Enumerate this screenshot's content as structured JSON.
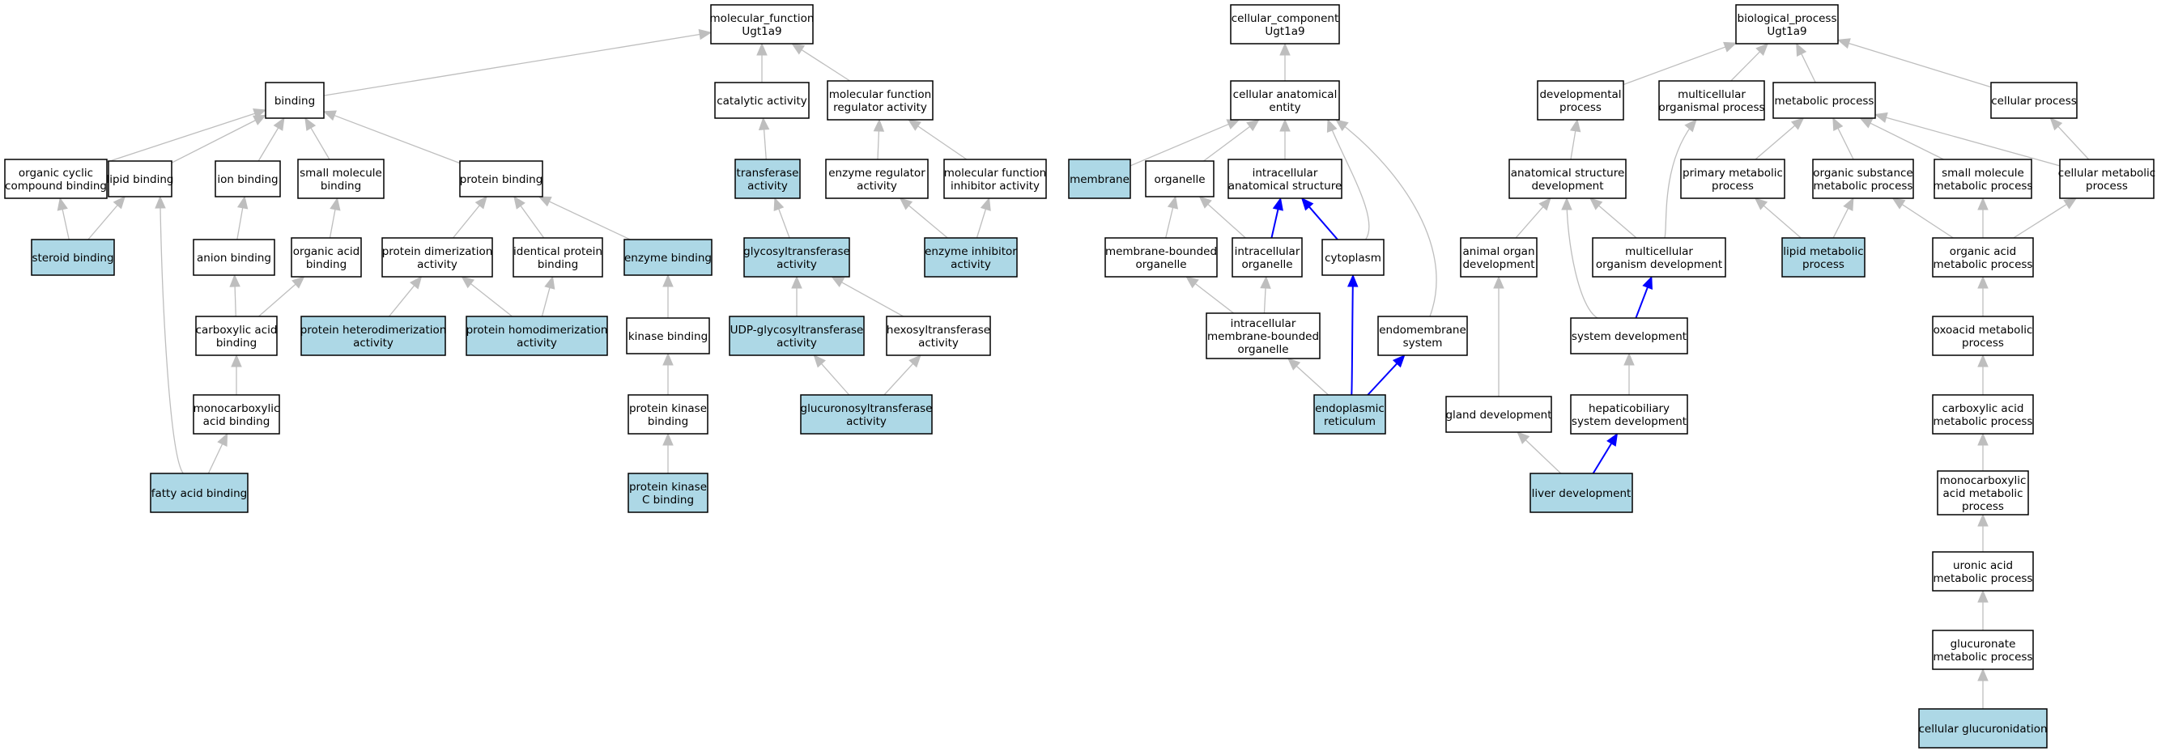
{
  "colors": {
    "highlight_fill": "#add8e6",
    "plain_fill": "#ffffff",
    "gray_edge": "#bebebe",
    "blue_edge": "#0000ff"
  },
  "nodes": {
    "mf_root": {
      "lines": [
        "molecular_function",
        "Ugt1a9"
      ],
      "hl": false
    },
    "cc_root": {
      "lines": [
        "cellular_component",
        "Ugt1a9"
      ],
      "hl": false
    },
    "bp_root": {
      "lines": [
        "biological_process",
        "Ugt1a9"
      ],
      "hl": false
    },
    "binding": {
      "lines": [
        "binding"
      ],
      "hl": false
    },
    "catalytic": {
      "lines": [
        "catalytic activity"
      ],
      "hl": false
    },
    "mf_regulator": {
      "lines": [
        "molecular function",
        "regulator activity"
      ],
      "hl": false
    },
    "organic_cyclic": {
      "lines": [
        "organic cyclic",
        "compound binding"
      ],
      "hl": false
    },
    "lipid_binding": {
      "lines": [
        "lipid binding"
      ],
      "hl": false
    },
    "ion_binding": {
      "lines": [
        "ion binding"
      ],
      "hl": false
    },
    "small_mol_binding": {
      "lines": [
        "small molecule",
        "binding"
      ],
      "hl": false
    },
    "protein_binding": {
      "lines": [
        "protein binding"
      ],
      "hl": false
    },
    "transferase": {
      "lines": [
        "transferase",
        "activity"
      ],
      "hl": true
    },
    "enzyme_regulator": {
      "lines": [
        "enzyme regulator",
        "activity"
      ],
      "hl": false
    },
    "mf_inhibitor": {
      "lines": [
        "molecular function",
        "inhibitor activity"
      ],
      "hl": false
    },
    "steroid_binding": {
      "lines": [
        "steroid binding"
      ],
      "hl": true
    },
    "anion_binding": {
      "lines": [
        "anion binding"
      ],
      "hl": false
    },
    "organic_acid_binding": {
      "lines": [
        "organic acid",
        "binding"
      ],
      "hl": false
    },
    "protein_dimerization": {
      "lines": [
        "protein dimerization",
        "activity"
      ],
      "hl": false
    },
    "identical_protein": {
      "lines": [
        "identical protein",
        "binding"
      ],
      "hl": false
    },
    "enzyme_binding": {
      "lines": [
        "enzyme binding"
      ],
      "hl": true
    },
    "glycosyltransferase": {
      "lines": [
        "glycosyltransferase",
        "activity"
      ],
      "hl": true
    },
    "enzyme_inhibitor": {
      "lines": [
        "enzyme inhibitor",
        "activity"
      ],
      "hl": true
    },
    "carboxylic_binding": {
      "lines": [
        "carboxylic acid",
        "binding"
      ],
      "hl": false
    },
    "protein_hetero": {
      "lines": [
        "protein heterodimerization",
        "activity"
      ],
      "hl": true
    },
    "protein_homo": {
      "lines": [
        "protein homodimerization",
        "activity"
      ],
      "hl": true
    },
    "kinase_binding": {
      "lines": [
        "kinase binding"
      ],
      "hl": false
    },
    "udp_glyco": {
      "lines": [
        "UDP-glycosyltransferase",
        "activity"
      ],
      "hl": true
    },
    "hexosyl": {
      "lines": [
        "hexosyltransferase",
        "activity"
      ],
      "hl": false
    },
    "monocarboxylic_binding": {
      "lines": [
        "monocarboxylic",
        "acid binding"
      ],
      "hl": false
    },
    "protein_kinase_binding": {
      "lines": [
        "protein kinase",
        "binding"
      ],
      "hl": false
    },
    "glucuronosyl": {
      "lines": [
        "glucuronosyltransferase",
        "activity"
      ],
      "hl": true
    },
    "fatty_acid_binding": {
      "lines": [
        "fatty acid binding"
      ],
      "hl": true
    },
    "pkc_binding": {
      "lines": [
        "protein kinase",
        "C binding"
      ],
      "hl": true
    },
    "cell_anat": {
      "lines": [
        "cellular anatomical",
        "entity"
      ],
      "hl": false
    },
    "membrane": {
      "lines": [
        "membrane"
      ],
      "hl": true
    },
    "organelle": {
      "lines": [
        "organelle"
      ],
      "hl": false
    },
    "intra_anat": {
      "lines": [
        "intracellular",
        "anatomical structure"
      ],
      "hl": false
    },
    "mem_bounded": {
      "lines": [
        "membrane-bounded",
        "organelle"
      ],
      "hl": false
    },
    "intra_organelle": {
      "lines": [
        "intracellular",
        "organelle"
      ],
      "hl": false
    },
    "cytoplasm": {
      "lines": [
        "cytoplasm"
      ],
      "hl": false
    },
    "intra_mem_bounded": {
      "lines": [
        "intracellular",
        "membrane-bounded",
        "organelle"
      ],
      "hl": false
    },
    "endomembrane": {
      "lines": [
        "endomembrane",
        "system"
      ],
      "hl": false
    },
    "er": {
      "lines": [
        "endoplasmic",
        "reticulum"
      ],
      "hl": true
    },
    "dev_process": {
      "lines": [
        "developmental",
        "process"
      ],
      "hl": false
    },
    "multi_org_process": {
      "lines": [
        "multicellular",
        "organismal process"
      ],
      "hl": false
    },
    "metabolic": {
      "lines": [
        "metabolic process"
      ],
      "hl": false
    },
    "cellular_process": {
      "lines": [
        "cellular process"
      ],
      "hl": false
    },
    "anat_dev": {
      "lines": [
        "anatomical structure",
        "development"
      ],
      "hl": false
    },
    "primary_met": {
      "lines": [
        "primary metabolic",
        "process"
      ],
      "hl": false
    },
    "org_subst_met": {
      "lines": [
        "organic substance",
        "metabolic process"
      ],
      "hl": false
    },
    "small_mol_met": {
      "lines": [
        "small molecule",
        "metabolic process"
      ],
      "hl": false
    },
    "cell_met": {
      "lines": [
        "cellular metabolic",
        "process"
      ],
      "hl": false
    },
    "animal_organ_dev": {
      "lines": [
        "animal organ",
        "development"
      ],
      "hl": false
    },
    "multi_org_dev": {
      "lines": [
        "multicellular",
        "organism development"
      ],
      "hl": false
    },
    "lipid_met": {
      "lines": [
        "lipid metabolic",
        "process"
      ],
      "hl": true
    },
    "organic_acid_met": {
      "lines": [
        "organic acid",
        "metabolic process"
      ],
      "hl": false
    },
    "system_dev": {
      "lines": [
        "system development"
      ],
      "hl": false
    },
    "oxoacid_met": {
      "lines": [
        "oxoacid metabolic",
        "process"
      ],
      "hl": false
    },
    "gland_dev": {
      "lines": [
        "gland development"
      ],
      "hl": false
    },
    "hepatobiliary": {
      "lines": [
        "hepaticobiliary",
        "system development"
      ],
      "hl": false
    },
    "carboxylic_met": {
      "lines": [
        "carboxylic acid",
        "metabolic process"
      ],
      "hl": false
    },
    "liver_dev": {
      "lines": [
        "liver development"
      ],
      "hl": true
    },
    "monocarboxylic_met": {
      "lines": [
        "monocarboxylic",
        "acid metabolic",
        "process"
      ],
      "hl": false
    },
    "uronic_met": {
      "lines": [
        "uronic acid",
        "metabolic process"
      ],
      "hl": false
    },
    "glucuronate_met": {
      "lines": [
        "glucuronate",
        "metabolic process"
      ],
      "hl": false
    },
    "cell_glucuronidation": {
      "lines": [
        "cellular glucuronidation"
      ],
      "hl": true
    }
  },
  "edges": [
    {
      "from": "binding",
      "to": "mf_root",
      "color": "gray"
    },
    {
      "from": "catalytic",
      "to": "mf_root",
      "color": "gray"
    },
    {
      "from": "mf_regulator",
      "to": "mf_root",
      "color": "gray"
    },
    {
      "from": "organic_cyclic",
      "to": "binding",
      "color": "gray"
    },
    {
      "from": "lipid_binding",
      "to": "binding",
      "color": "gray"
    },
    {
      "from": "ion_binding",
      "to": "binding",
      "color": "gray"
    },
    {
      "from": "small_mol_binding",
      "to": "binding",
      "color": "gray"
    },
    {
      "from": "protein_binding",
      "to": "binding",
      "color": "gray"
    },
    {
      "from": "transferase",
      "to": "catalytic",
      "color": "gray"
    },
    {
      "from": "enzyme_regulator",
      "to": "mf_regulator",
      "color": "gray"
    },
    {
      "from": "mf_inhibitor",
      "to": "mf_regulator",
      "color": "gray"
    },
    {
      "from": "steroid_binding",
      "to": "organic_cyclic",
      "color": "gray"
    },
    {
      "from": "steroid_binding",
      "to": "lipid_binding",
      "color": "gray"
    },
    {
      "from": "anion_binding",
      "to": "ion_binding",
      "color": "gray"
    },
    {
      "from": "organic_acid_binding",
      "to": "small_mol_binding",
      "color": "gray"
    },
    {
      "from": "protein_dimerization",
      "to": "protein_binding",
      "color": "gray"
    },
    {
      "from": "identical_protein",
      "to": "protein_binding",
      "color": "gray"
    },
    {
      "from": "enzyme_binding",
      "to": "protein_binding",
      "color": "gray"
    },
    {
      "from": "glycosyltransferase",
      "to": "transferase",
      "color": "gray"
    },
    {
      "from": "enzyme_inhibitor",
      "to": "enzyme_regulator",
      "color": "gray"
    },
    {
      "from": "enzyme_inhibitor",
      "to": "mf_inhibitor",
      "color": "gray"
    },
    {
      "from": "carboxylic_binding",
      "to": "anion_binding",
      "color": "gray"
    },
    {
      "from": "carboxylic_binding",
      "to": "organic_acid_binding",
      "color": "gray"
    },
    {
      "from": "protein_hetero",
      "to": "protein_dimerization",
      "color": "gray"
    },
    {
      "from": "protein_homo",
      "to": "protein_dimerization",
      "color": "gray"
    },
    {
      "from": "protein_homo",
      "to": "identical_protein",
      "color": "gray"
    },
    {
      "from": "kinase_binding",
      "to": "enzyme_binding",
      "color": "gray"
    },
    {
      "from": "udp_glyco",
      "to": "glycosyltransferase",
      "color": "gray"
    },
    {
      "from": "hexosyl",
      "to": "glycosyltransferase",
      "color": "gray"
    },
    {
      "from": "monocarboxylic_binding",
      "to": "carboxylic_binding",
      "color": "gray"
    },
    {
      "from": "protein_kinase_binding",
      "to": "kinase_binding",
      "color": "gray"
    },
    {
      "from": "glucuronosyl",
      "to": "udp_glyco",
      "color": "gray"
    },
    {
      "from": "glucuronosyl",
      "to": "hexosyl",
      "color": "gray"
    },
    {
      "from": "fatty_acid_binding",
      "to": "monocarboxylic_binding",
      "color": "gray"
    },
    {
      "from": "fatty_acid_binding",
      "to": "lipid_binding",
      "color": "gray"
    },
    {
      "from": "pkc_binding",
      "to": "protein_kinase_binding",
      "color": "gray"
    },
    {
      "from": "cell_anat",
      "to": "cc_root",
      "color": "gray"
    },
    {
      "from": "membrane",
      "to": "cell_anat",
      "color": "gray"
    },
    {
      "from": "organelle",
      "to": "cell_anat",
      "color": "gray"
    },
    {
      "from": "intra_anat",
      "to": "cell_anat",
      "color": "gray"
    },
    {
      "from": "cytoplasm",
      "to": "cell_anat",
      "color": "gray"
    },
    {
      "from": "endomembrane",
      "to": "cell_anat",
      "color": "gray"
    },
    {
      "from": "mem_bounded",
      "to": "organelle",
      "color": "gray"
    },
    {
      "from": "intra_organelle",
      "to": "organelle",
      "color": "gray"
    },
    {
      "from": "intra_organelle",
      "to": "intra_anat",
      "color": "blue"
    },
    {
      "from": "cytoplasm",
      "to": "intra_anat",
      "color": "blue"
    },
    {
      "from": "intra_mem_bounded",
      "to": "mem_bounded",
      "color": "gray"
    },
    {
      "from": "intra_mem_bounded",
      "to": "intra_organelle",
      "color": "gray"
    },
    {
      "from": "er",
      "to": "intra_mem_bounded",
      "color": "gray"
    },
    {
      "from": "er",
      "to": "cytoplasm",
      "color": "blue"
    },
    {
      "from": "er",
      "to": "endomembrane",
      "color": "blue"
    },
    {
      "from": "dev_process",
      "to": "bp_root",
      "color": "gray"
    },
    {
      "from": "multi_org_process",
      "to": "bp_root",
      "color": "gray"
    },
    {
      "from": "metabolic",
      "to": "bp_root",
      "color": "gray"
    },
    {
      "from": "cellular_process",
      "to": "bp_root",
      "color": "gray"
    },
    {
      "from": "anat_dev",
      "to": "dev_process",
      "color": "gray"
    },
    {
      "from": "primary_met",
      "to": "metabolic",
      "color": "gray"
    },
    {
      "from": "org_subst_met",
      "to": "metabolic",
      "color": "gray"
    },
    {
      "from": "small_mol_met",
      "to": "metabolic",
      "color": "gray"
    },
    {
      "from": "cell_met",
      "to": "metabolic",
      "color": "gray"
    },
    {
      "from": "cell_met",
      "to": "cellular_process",
      "color": "gray"
    },
    {
      "from": "animal_organ_dev",
      "to": "anat_dev",
      "color": "gray"
    },
    {
      "from": "multi_org_dev",
      "to": "anat_dev",
      "color": "gray"
    },
    {
      "from": "multi_org_dev",
      "to": "multi_org_process",
      "color": "gray"
    },
    {
      "from": "system_dev",
      "to": "anat_dev",
      "color": "gray"
    },
    {
      "from": "system_dev",
      "to": "multi_org_dev",
      "color": "blue"
    },
    {
      "from": "lipid_met",
      "to": "primary_met",
      "color": "gray"
    },
    {
      "from": "lipid_met",
      "to": "org_subst_met",
      "color": "gray"
    },
    {
      "from": "organic_acid_met",
      "to": "org_subst_met",
      "color": "gray"
    },
    {
      "from": "organic_acid_met",
      "to": "small_mol_met",
      "color": "gray"
    },
    {
      "from": "organic_acid_met",
      "to": "cell_met",
      "color": "gray"
    },
    {
      "from": "oxoacid_met",
      "to": "organic_acid_met",
      "color": "gray"
    },
    {
      "from": "gland_dev",
      "to": "animal_organ_dev",
      "color": "gray"
    },
    {
      "from": "hepatobiliary",
      "to": "system_dev",
      "color": "gray"
    },
    {
      "from": "liver_dev",
      "to": "gland_dev",
      "color": "gray"
    },
    {
      "from": "liver_dev",
      "to": "hepatobiliary",
      "color": "blue"
    },
    {
      "from": "carboxylic_met",
      "to": "oxoacid_met",
      "color": "gray"
    },
    {
      "from": "monocarboxylic_met",
      "to": "carboxylic_met",
      "color": "gray"
    },
    {
      "from": "uronic_met",
      "to": "monocarboxylic_met",
      "color": "gray"
    },
    {
      "from": "glucuronate_met",
      "to": "uronic_met",
      "color": "gray"
    },
    {
      "from": "cell_glucuronidation",
      "to": "glucuronate_met",
      "color": "gray"
    }
  ]
}
